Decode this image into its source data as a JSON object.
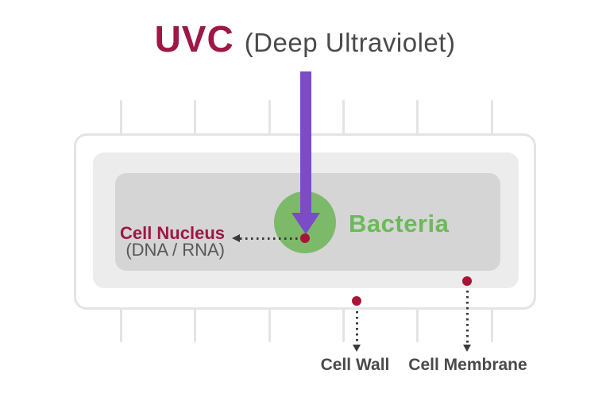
{
  "header": {
    "title": "UVC",
    "subtitle": "(Deep Ultraviolet)"
  },
  "diagram": {
    "bacteria_label": "Bacteria",
    "nucleus_label": "Cell Nucleus",
    "nucleus_sublabel": "(DNA / RNA)",
    "cell_wall_label": "Cell Wall",
    "cell_membrane_label": "Cell Membrane"
  },
  "colors": {
    "crimson": "#9E1747",
    "red-dot": "#A91438",
    "purple": "#7C4BC8",
    "green-fill": "#7CBA69",
    "green-text": "#6CB95B",
    "text-dark": "#4A4A4A",
    "text-gray": "#575757",
    "line-gray": "#E4E4E4",
    "membrane-fill": "#ECECEC",
    "cytoplasm-fill": "#D5D5D5",
    "connector": "#3A3A3A",
    "background": "#FFFFFF"
  }
}
